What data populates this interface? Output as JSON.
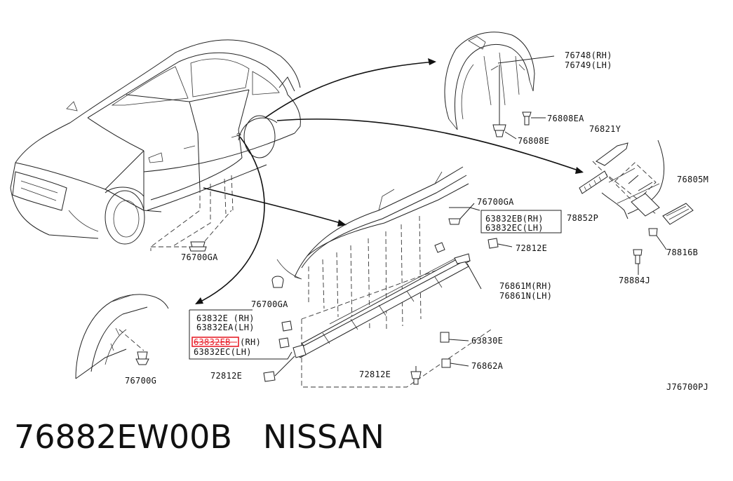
{
  "labels": {
    "p76748": "76748(RH)",
    "p76749": "76749(LH)",
    "p76808EA": "76808EA",
    "p76808E": "76808E",
    "p76821Y": "76821Y",
    "p76805M": "76805M",
    "p78852P": "78852P",
    "p78816B": "78816B",
    "p78884J": "78884J",
    "p76700GA_top": "76700GA",
    "p63832EB": "63832EB(RH)",
    "p63832EC_top": "63832EC(LH)",
    "p72812E_right": "72812E",
    "p76861M": "76861M(RH)",
    "p76861N": "76861N(LH)",
    "p76700GA_car": "76700GA",
    "p76700GA_mid": "76700GA",
    "p63832E": "63832E (RH)",
    "p63832EA": "63832EA(LH)",
    "p63832EB_box": "63832EB",
    "p63832EB_box_rh": "(RH)",
    "p63832EC_box": "63832EC(LH)",
    "p63830E": "63830E",
    "p76862A": "76862A",
    "p72812E_mid": "72812E",
    "p72812E_left": "72812E",
    "p76700G": "76700G",
    "diagram_code": "J76700PJ"
  },
  "footer": {
    "part_number": "76882EW00B",
    "brand": "NISSAN"
  },
  "colors": {
    "highlight": "#e8202a",
    "line": "#222222"
  }
}
